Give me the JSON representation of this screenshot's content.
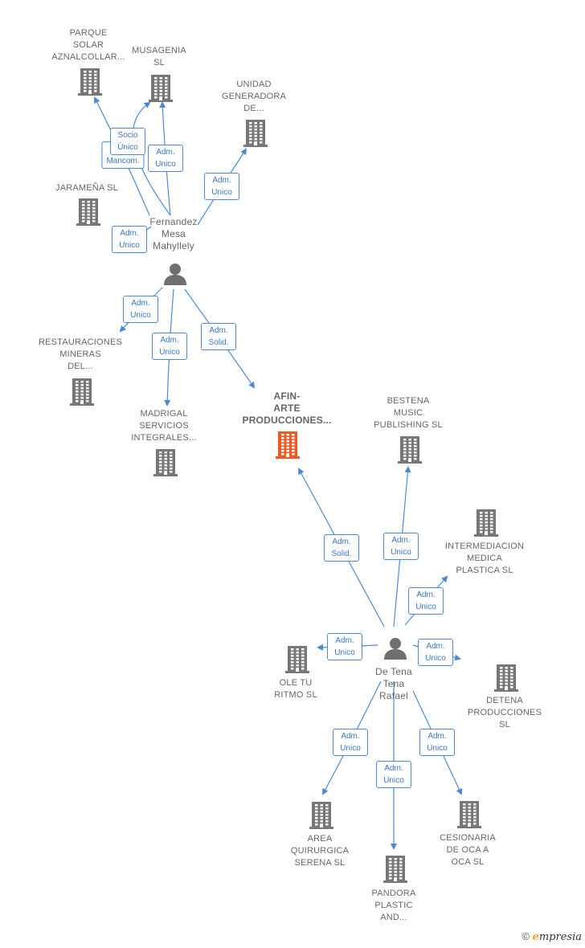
{
  "colors": {
    "edge": "#4a8ad4",
    "building": "#777777",
    "building_focus": "#ee5a24",
    "person": "#6f6f6f"
  },
  "nodes": [
    {
      "id": "parque",
      "type": "company",
      "label": "PARQUE\nSOLAR\nAZNALCOLLAR..."
    },
    {
      "id": "musagenia",
      "type": "company",
      "label": "MUSAGENIA\nSL"
    },
    {
      "id": "unidad",
      "type": "company",
      "label": "UNIDAD\nGENERADORA\nDE..."
    },
    {
      "id": "jaramena",
      "type": "company",
      "label": "JARAMEÑA SL"
    },
    {
      "id": "fernandez",
      "type": "person",
      "label": "Fernandez\nMesa\nMahyllely"
    },
    {
      "id": "restauraciones",
      "type": "company",
      "label": "RESTAURACIONES\nMINERAS\nDEL..."
    },
    {
      "id": "madrigal",
      "type": "company",
      "label": "MADRIGAL\nSERVICIOS\nINTEGRALES..."
    },
    {
      "id": "afin",
      "type": "focus",
      "label": "AFIN-\nARTE\nPRODUCCIONES..."
    },
    {
      "id": "bestena",
      "type": "company",
      "label": "BESTENA\nMUSIC\nPUBLISHING SL"
    },
    {
      "id": "intermediacion",
      "type": "company",
      "label": "INTERMEDIACION\nMEDICA\nPLASTICA  SL"
    },
    {
      "id": "detena",
      "type": "company",
      "label": "DETENA\nPRODUCCIONES SL"
    },
    {
      "id": "oletu",
      "type": "company",
      "label": "OLE TU\nRITMO SL"
    },
    {
      "id": "detenatena",
      "type": "person",
      "label": "De Tena\nTena\nRafael"
    },
    {
      "id": "area",
      "type": "company",
      "label": "AREA\nQUIRURGICA\nSERENA  SL"
    },
    {
      "id": "pandora",
      "type": "company",
      "label": "PANDORA\nPLASTIC\nAND..."
    },
    {
      "id": "cesionaria",
      "type": "company",
      "label": "CESIONARIA\nDE OCA A\nOCA  SL"
    }
  ],
  "edges": [
    {
      "from": "fernandez",
      "to": "parque",
      "label": "Adm.\nMancom."
    },
    {
      "from": "fernandez",
      "to": "musagenia",
      "label": "Socio\nÚnico"
    },
    {
      "from": "fernandez",
      "to": "musagenia",
      "label": "Adm.\nUnico"
    },
    {
      "from": "fernandez",
      "to": "unidad",
      "label": "Adm.\nUnico"
    },
    {
      "from": "fernandez",
      "to": "jaramena",
      "label": "Adm.\nUnico"
    },
    {
      "from": "fernandez",
      "to": "restauraciones",
      "label": "Adm.\nUnico"
    },
    {
      "from": "fernandez",
      "to": "madrigal",
      "label": "Adm.\nUnico"
    },
    {
      "from": "fernandez",
      "to": "afin",
      "label": "Adm.\nSolid."
    },
    {
      "from": "detenatena",
      "to": "afin",
      "label": "Adm.\nSolid."
    },
    {
      "from": "detenatena",
      "to": "bestena",
      "label": "Adm.\nUnico"
    },
    {
      "from": "detenatena",
      "to": "intermediacion",
      "label": "Adm.\nUnico"
    },
    {
      "from": "detenatena",
      "to": "oletu",
      "label": "Adm.\nUnico"
    },
    {
      "from": "detenatena",
      "to": "detena",
      "label": "Adm.\nUnico"
    },
    {
      "from": "detenatena",
      "to": "area",
      "label": "Adm.\nUnico"
    },
    {
      "from": "detenatena",
      "to": "pandora",
      "label": "Adm.\nUnico"
    },
    {
      "from": "detenatena",
      "to": "cesionaria",
      "label": "Adm.\nUnico"
    }
  ],
  "footer": {
    "copyright": "©",
    "brand_initial": "e",
    "brand_rest": "mpresia"
  }
}
